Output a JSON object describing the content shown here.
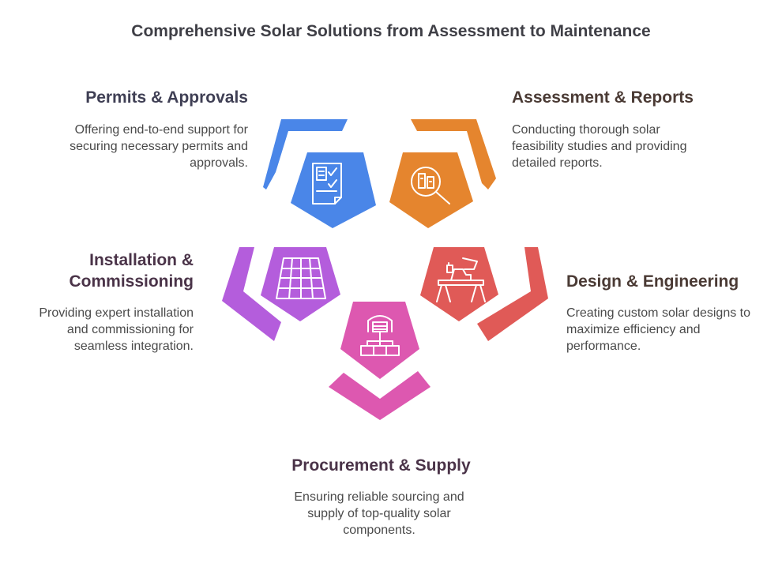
{
  "title": "Comprehensive Solar Solutions from Assessment to Maintenance",
  "colors": {
    "permits": "#4a86e8",
    "assessment": "#e5852e",
    "installation": "#b45ddc",
    "design": "#e05a57",
    "procurement": "#dd58b0",
    "heading_text": "#3f3f54",
    "body_text": "#4a4a4a"
  },
  "steps": [
    {
      "key": "permits",
      "heading": "Permits & Approvals",
      "description": "Offering end-to-end support for securing necessary permits and approvals.",
      "icon": "checklist-document-icon"
    },
    {
      "key": "assessment",
      "heading": "Assessment & Reports",
      "description": "Conducting thorough solar feasibility studies and providing detailed reports.",
      "icon": "magnifier-report-icon"
    },
    {
      "key": "installation",
      "heading_line1": "Installation &",
      "heading_line2": "Commissioning",
      "description": "Providing expert installation and commissioning for seamless integration.",
      "icon": "solar-panel-icon"
    },
    {
      "key": "design",
      "heading": "Design & Engineering",
      "description": "Creating custom solar designs to maximize efficiency and performance.",
      "icon": "drafting-desk-icon"
    },
    {
      "key": "procurement",
      "heading": "Procurement & Supply",
      "description": "Ensuring reliable sourcing and supply of top-quality solar components.",
      "icon": "warehouse-network-icon"
    }
  ]
}
